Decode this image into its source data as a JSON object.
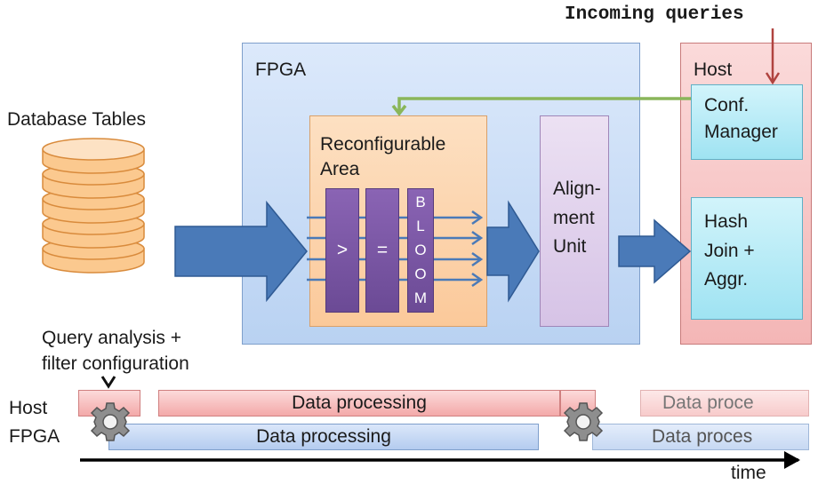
{
  "labels": {
    "incoming_queries": "Incoming queries",
    "database_tables": "Database Tables",
    "fpga": "FPGA",
    "host": "Host",
    "reconfigurable_line1": "Reconfigurable",
    "reconfigurable_line2": "Area",
    "alignment_line1": "Align-",
    "alignment_line2": "ment",
    "alignment_line3": "Unit",
    "conf_line1": "Conf.",
    "conf_line2": "Manager",
    "hash_line1": "Hash",
    "hash_line2": "Join +",
    "hash_line3": "Aggr.",
    "filter_gt": ">",
    "filter_eq": "=",
    "bloom": [
      "B",
      "L",
      "O",
      "O",
      "M"
    ],
    "query_line1": "Query analysis +",
    "query_line2": "filter configuration"
  },
  "timeline": {
    "row_host": "Host",
    "row_fpga": "FPGA",
    "host_bar_main": "Data processing",
    "host_bar_tail": "Data proce",
    "fpga_bar_main": "Data processing",
    "fpga_bar_tail": "Data proces",
    "axis_label": "time"
  },
  "colors": {
    "fpga_fill": "#c9dcf6",
    "host_fill": "#f6c4c4",
    "reconfigurable_fill": "#fcd3ab",
    "alignment_fill": "#dfcdea",
    "manager_fill": "#b4eaf6",
    "filter_fill": "#7a56a4",
    "dataflow_arrow": "#4a7ab8",
    "config_arrow": "#8ab65a",
    "query_arrow": "#b0433f"
  }
}
